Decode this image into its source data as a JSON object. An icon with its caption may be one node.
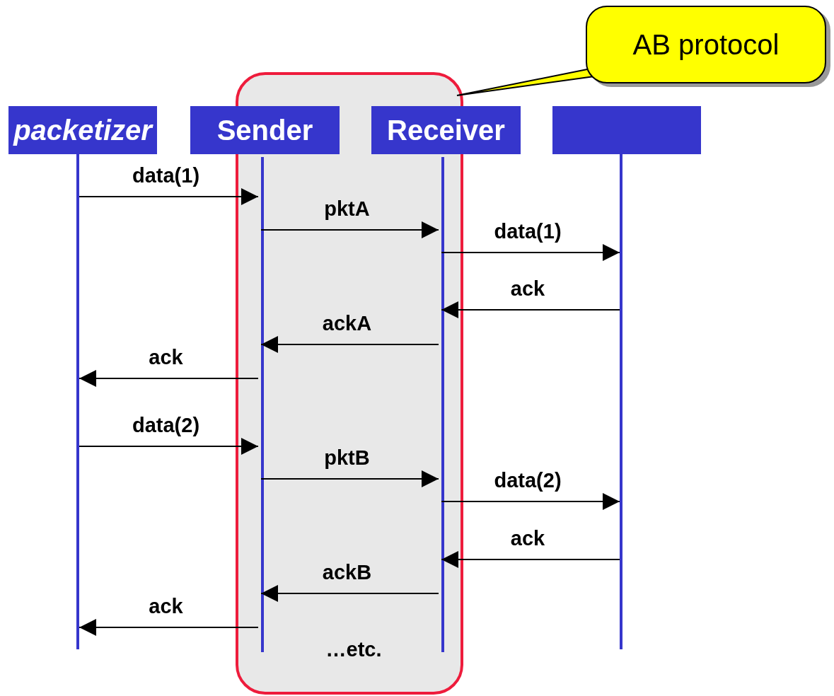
{
  "diagram": {
    "nodes": [
      {
        "text": [],
        "shape": "box"
      },
      {
        "text": [
          "AB protocol"
        ]
      },
      {
        "text": [
          "packetizer"
        ]
      },
      {
        "text": [
          "Sender"
        ]
      },
      {
        "text": [
          "Receiver"
        ]
      },
      {
        "text": [],
        "shape": "box"
      },
      {
        "text": [],
        "shape": "line"
      },
      {
        "text": [],
        "shape": "line",
        "in": 0
      },
      {
        "text": [],
        "shape": "line",
        "in": 0
      },
      {
        "text": [],
        "shape": "line"
      }
    ],
    "edges": [
      {
        "from": 1,
        "to": 0,
        "arrow": "none"
      },
      {
        "from": 6,
        "to": 7,
        "arrow": "to",
        "label": "data(1)"
      },
      {
        "from": 7,
        "to": 8,
        "arrow": "to",
        "label": "pktA"
      },
      {
        "from": 8,
        "to": 9,
        "arrow": "to",
        "label": "data(1)"
      },
      {
        "from": 9,
        "to": 8,
        "arrow": "to",
        "label": "ack"
      },
      {
        "from": 8,
        "to": 7,
        "arrow": "to",
        "label": "ackA"
      },
      {
        "from": 7,
        "to": 6,
        "arrow": "to",
        "label": "ack"
      },
      {
        "from": 6,
        "to": 7,
        "arrow": "to",
        "label": "data(2)"
      },
      {
        "from": 7,
        "to": 8,
        "arrow": "to",
        "label": "pktB"
      },
      {
        "from": 8,
        "to": 9,
        "arrow": "to",
        "label": "data(2)"
      },
      {
        "from": 9,
        "to": 8,
        "arrow": "to",
        "label": "ack"
      },
      {
        "from": 8,
        "to": 7,
        "arrow": "to",
        "label": "ackB"
      },
      {
        "from": 7,
        "to": 6,
        "arrow": "to",
        "label": "ack"
      }
    ],
    "labels": [
      "…etc."
    ]
  }
}
